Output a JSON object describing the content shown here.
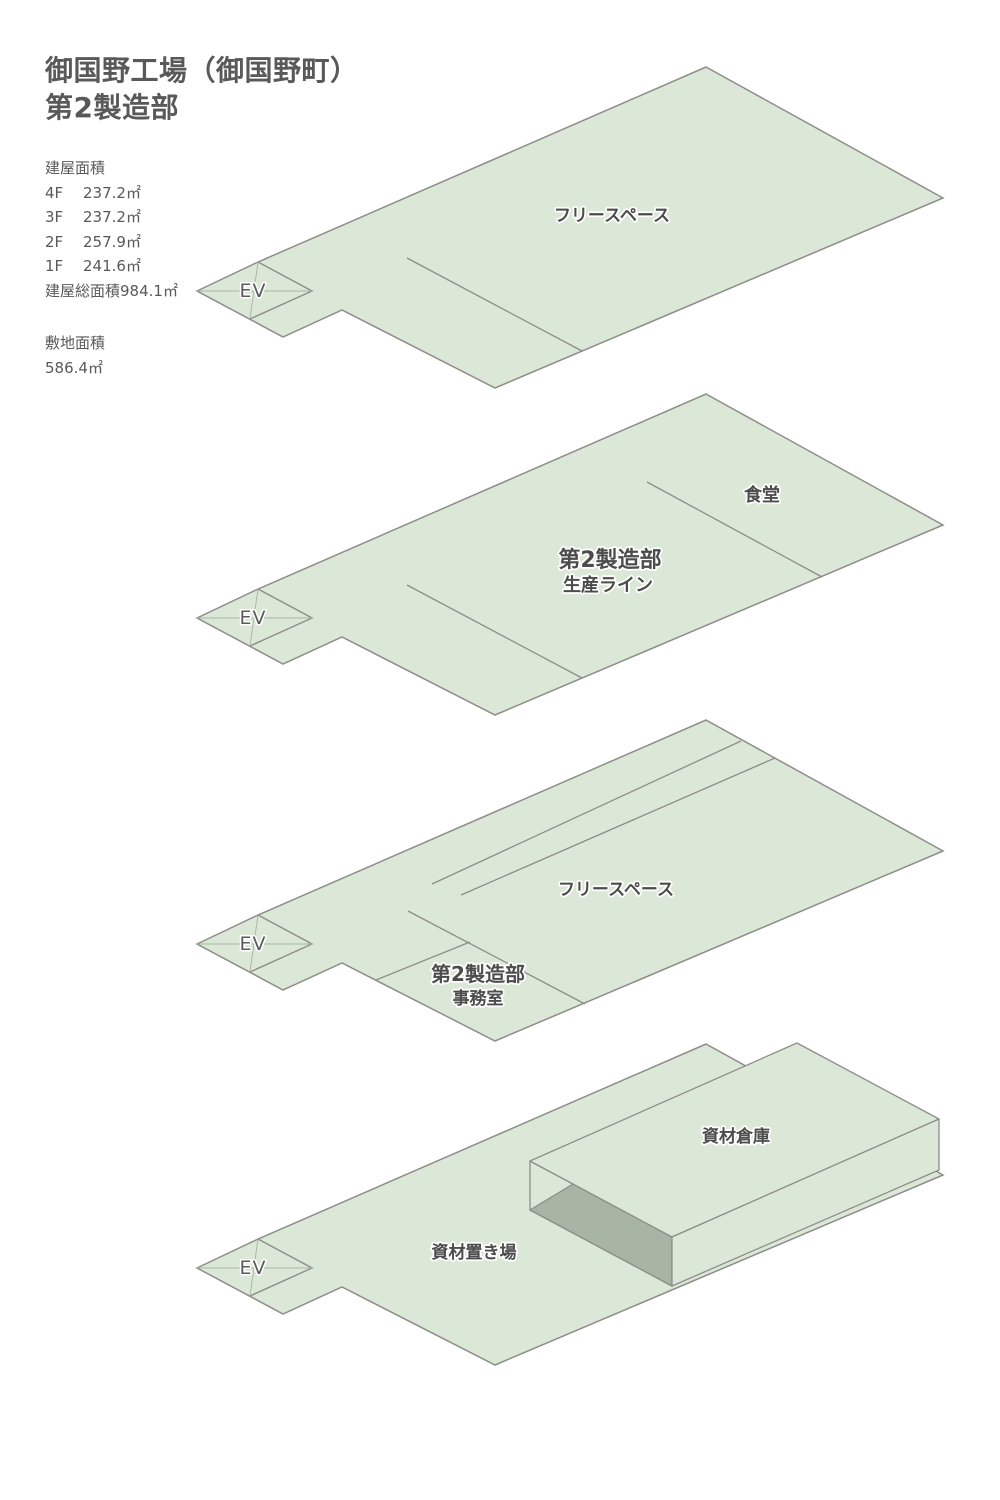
{
  "title": {
    "line1": "御国野工場（御国野町）",
    "line2": "第2製造部"
  },
  "building_area": {
    "heading": "建屋面積",
    "rows": [
      {
        "label": "4F",
        "value": "237.2㎡"
      },
      {
        "label": "3F",
        "value": "237.2㎡"
      },
      {
        "label": "2F",
        "value": "257.9㎡"
      },
      {
        "label": "1F",
        "value": "241.6㎡"
      }
    ],
    "total": "建屋総面積984.1㎡"
  },
  "site_area": {
    "heading": "敷地面積",
    "value": "586.4㎡"
  },
  "ev_label": "EV",
  "floors": {
    "f4": {
      "free_space": "フリースペース"
    },
    "f3": {
      "dining": "食堂",
      "dept": "第2製造部",
      "production_line": "生産ライン"
    },
    "f2": {
      "free_space": "フリースペース",
      "dept": "第2製造部",
      "office": "事務室"
    },
    "f1": {
      "storage_area": "資材置き場",
      "warehouse": "資材倉庫"
    }
  },
  "colors": {
    "floor_fill": "#dce8d7",
    "floor_stroke": "#8d8d8a",
    "shadow_face": "#a8b5a5",
    "heading_text": "#595959",
    "label_text": "#4c4c4c"
  }
}
